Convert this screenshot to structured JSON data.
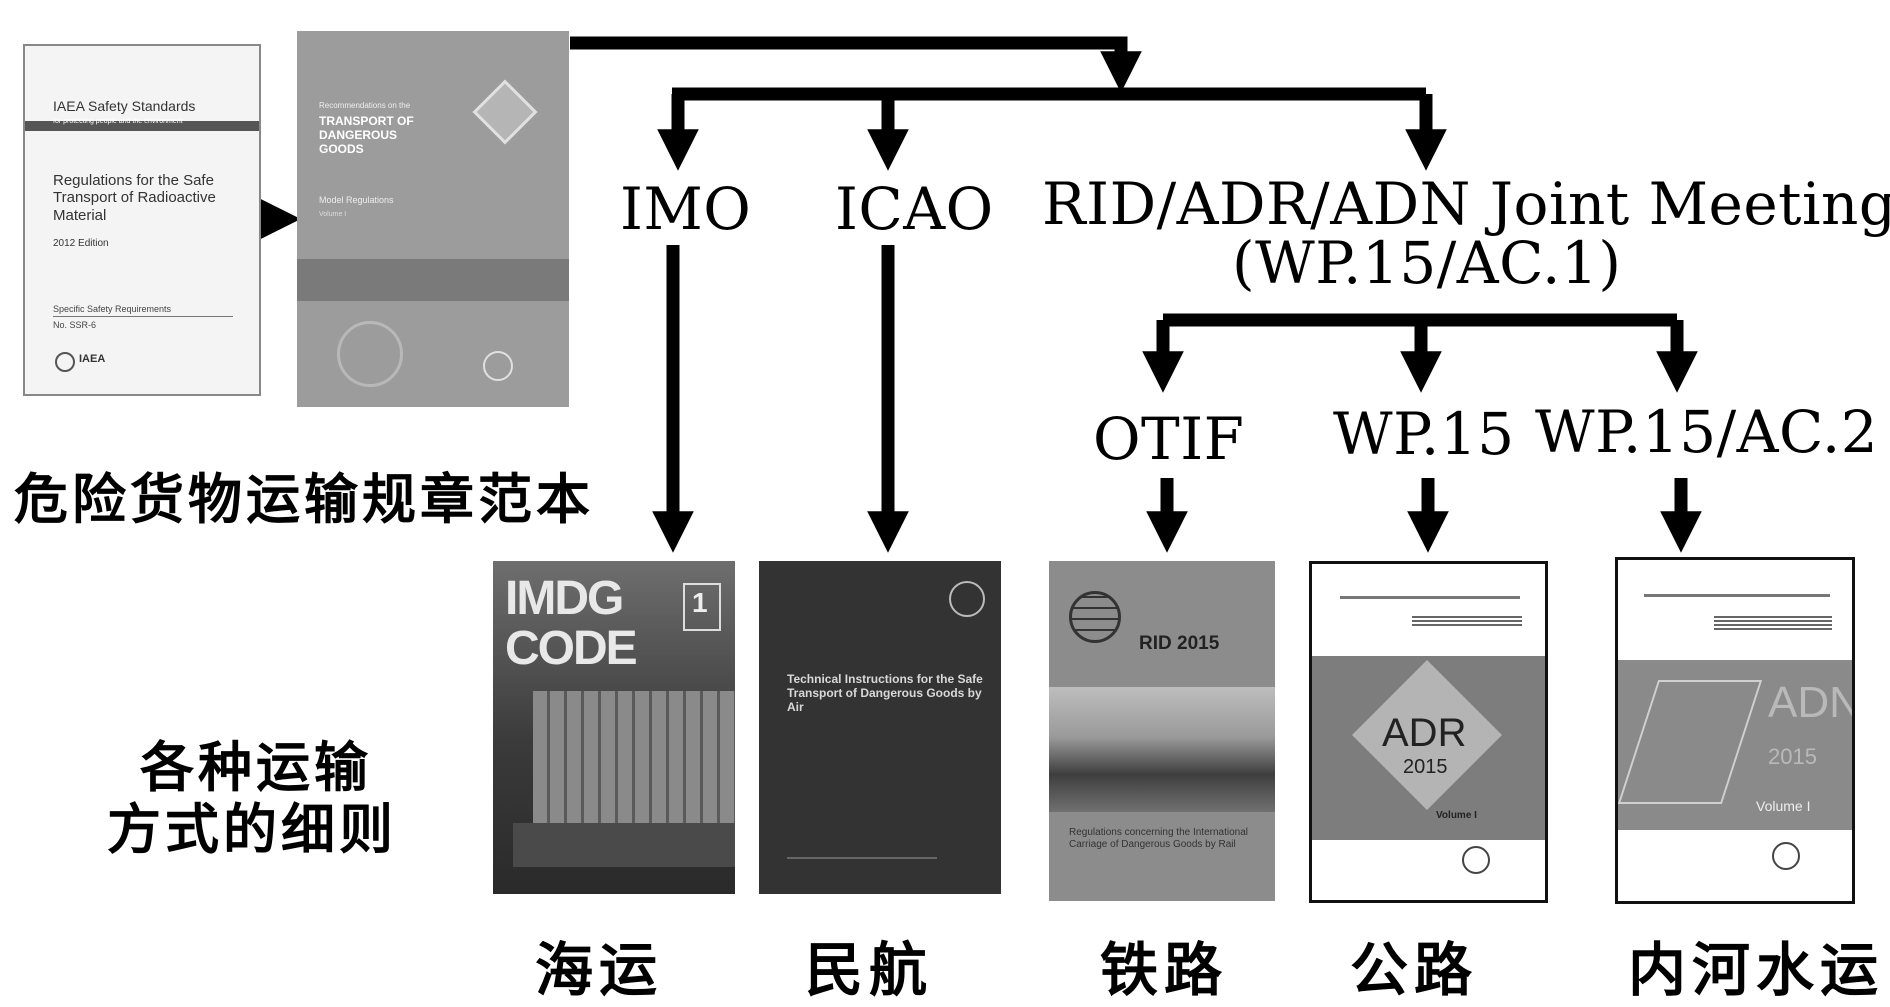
{
  "top_books": {
    "iaea": {
      "series": "IAEA Safety Standards",
      "subtitle": "for protecting people and the environment",
      "title": "Regulations for the Safe Transport of Radioactive Material",
      "edition": "2012 Edition",
      "req": "Specific Safety Requirements",
      "number": "No. SSR-6",
      "logo": "IAEA"
    },
    "orange": {
      "pre": "Recommendations on the",
      "title": "TRANSPORT OF DANGEROUS GOODS",
      "model": "Model Regulations",
      "volume": "Volume I"
    }
  },
  "labels": {
    "model_regs": "危险货物运输规章范本",
    "mode_details_1": "各种运输",
    "mode_details_2": "方式的细则"
  },
  "orgs": {
    "imo": "IMO",
    "icao": "ICAO",
    "joint_1": "RID/ADR/ADN Joint Meeting",
    "joint_2": "(WP.15/AC.1)",
    "otif": "OTIF",
    "wp15": "WP.15",
    "wp15ac2": "WP.15/AC.2"
  },
  "covers": {
    "imdg": {
      "title1": "IMDG",
      "title2": "CODE",
      "volume": "1"
    },
    "icao": {
      "title": "Technical Instructions for the Safe Transport of Dangerous Goods by Air"
    },
    "rid": {
      "title": "RID 2015",
      "footer": "Regulations concerning the International Carriage of Dangerous Goods by Rail"
    },
    "adr": {
      "title": "ADR",
      "year": "2015",
      "volume": "Volume I"
    },
    "adn": {
      "title": "ADN",
      "year": "2015",
      "volume": "Volume I"
    }
  },
  "modes": {
    "sea": "海运",
    "air": "民航",
    "rail": "铁路",
    "road": "公路",
    "inland": "内河水运"
  }
}
